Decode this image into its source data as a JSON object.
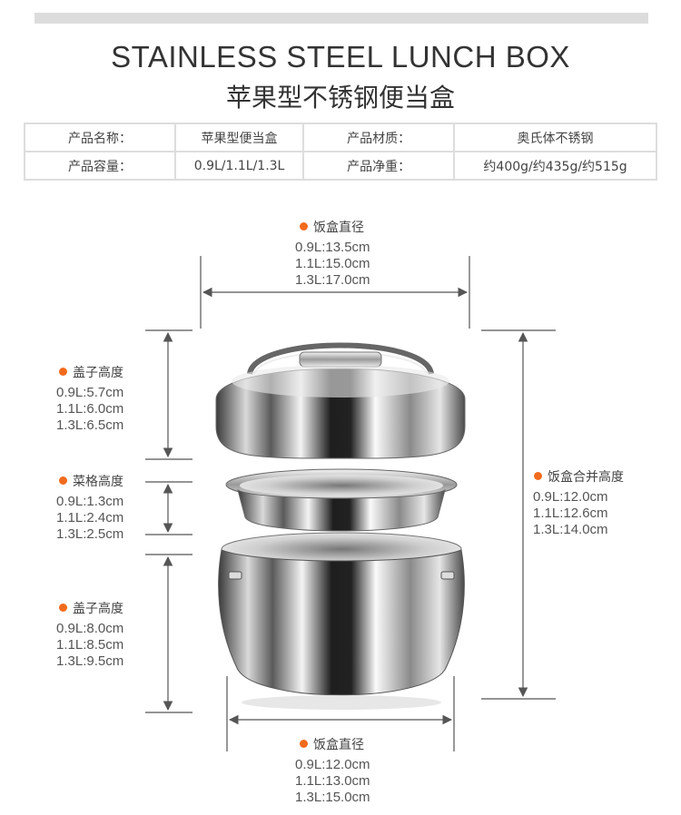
{
  "header": {
    "title_en": "STAINLESS STEEL LUNCH BOX",
    "title_cn": "苹果型不锈钢便当盒"
  },
  "specs": {
    "row1": [
      "产品名称：",
      "苹果型便当盒",
      "产品材质：",
      "奥氏体不锈钢"
    ],
    "row2": [
      "产品容量：",
      "0.9L/1.1L/1.3L",
      "产品净重：",
      "约400g/约435g/约515g"
    ]
  },
  "dimensions": {
    "top_diameter": {
      "label": "饭盒直径",
      "sizes": [
        "0.9L:13.5cm",
        "1.1L:15.0cm",
        "1.3L:17.0cm"
      ]
    },
    "lid_height": {
      "label": "盖子高度",
      "sizes": [
        "0.9L:5.7cm",
        "1.1L:6.0cm",
        "1.3L:6.5cm"
      ]
    },
    "tray_height": {
      "label": "菜格高度",
      "sizes": [
        "0.9L:1.3cm",
        "1.1L:2.4cm",
        "1.3L:2.5cm"
      ]
    },
    "bowl_height": {
      "label": "盖子高度",
      "sizes": [
        "0.9L:8.0cm",
        "1.1L:8.5cm",
        "1.3L:9.5cm"
      ]
    },
    "total_height": {
      "label": "饭盒合并高度",
      "sizes": [
        "0.9L:12.0cm",
        "1.1L:12.6cm",
        "1.3L:14.0cm"
      ]
    },
    "bottom_diameter": {
      "label": "饭盒直径",
      "sizes": [
        "0.9L:12.0cm",
        "1.1L:13.0cm",
        "1.3L:15.0cm"
      ]
    }
  },
  "colors": {
    "accent_dot": "#f26b1d",
    "line": "#555555"
  }
}
